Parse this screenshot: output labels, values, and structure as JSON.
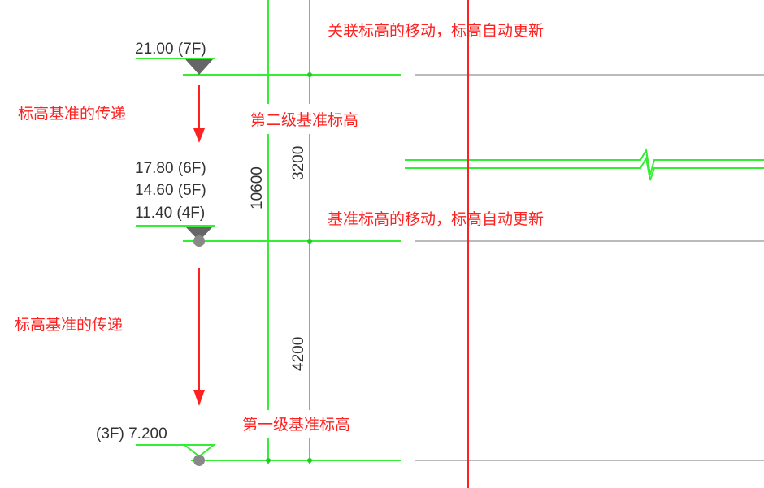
{
  "annotations": {
    "related_move": "关联标高的移动，标高自动更新",
    "transfer_top": "标高基准的传递",
    "second_datum": "第二级基准标高",
    "datum_move": "基准标高的移动，标高自动更新",
    "transfer_bottom": "标高基准的传递",
    "first_datum": "第一级基准标高"
  },
  "levels": {
    "l7": "21.00 (7F)",
    "l6": "17.80 (6F)",
    "l5": "14.60 (5F)",
    "l4": "11.40 (4F)",
    "l3": "(3F) 7.200"
  },
  "dimensions": {
    "total": "10600",
    "upper": "3200",
    "lower": "4200"
  },
  "colors": {
    "green": "#33ee33",
    "red": "#ff2020",
    "gray": "#bbbbbb"
  }
}
